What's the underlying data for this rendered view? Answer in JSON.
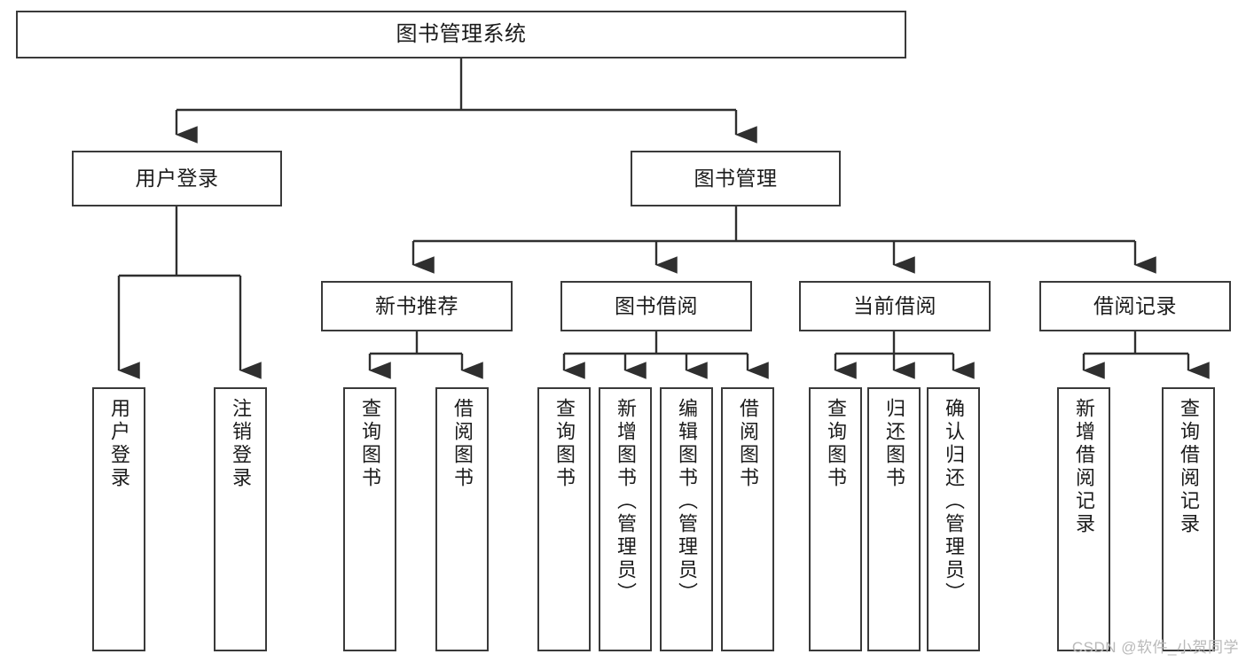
{
  "diagram": {
    "title": "图书管理系统",
    "type": "hierarchy-tree",
    "watermark": "CSDN @软件_小贺同学",
    "colors": {
      "box_border": "#3a3a3a",
      "box_fill": "#ffffff",
      "connector": "#2f2f2f",
      "text": "#1b1b1b",
      "watermark": "#b9b9b9",
      "background": "#ffffff"
    },
    "levels": {
      "root": {
        "label": "图书管理系统"
      },
      "level2": [
        {
          "label": "用户登录"
        },
        {
          "label": "图书管理"
        }
      ],
      "level3": [
        {
          "label": "新书推荐"
        },
        {
          "label": "图书借阅"
        },
        {
          "label": "当前借阅"
        },
        {
          "label": "借阅记录"
        }
      ],
      "leaves": {
        "user_login": [
          {
            "label": "用户登录"
          },
          {
            "label": "注销登录"
          }
        ],
        "new_book_recommend": [
          {
            "label": "查询图书"
          },
          {
            "label": "借阅图书"
          }
        ],
        "book_borrow": [
          {
            "label": "查询图书"
          },
          {
            "label": "新增图书（管理员）"
          },
          {
            "label": "编辑图书（管理员）"
          },
          {
            "label": "借阅图书"
          }
        ],
        "current_borrow": [
          {
            "label": "查询图书"
          },
          {
            "label": "归还图书"
          },
          {
            "label": "确认归还（管理员）"
          }
        ],
        "borrow_record": [
          {
            "label": "新增借阅记录"
          },
          {
            "label": "查询借阅记录"
          }
        ]
      }
    }
  }
}
